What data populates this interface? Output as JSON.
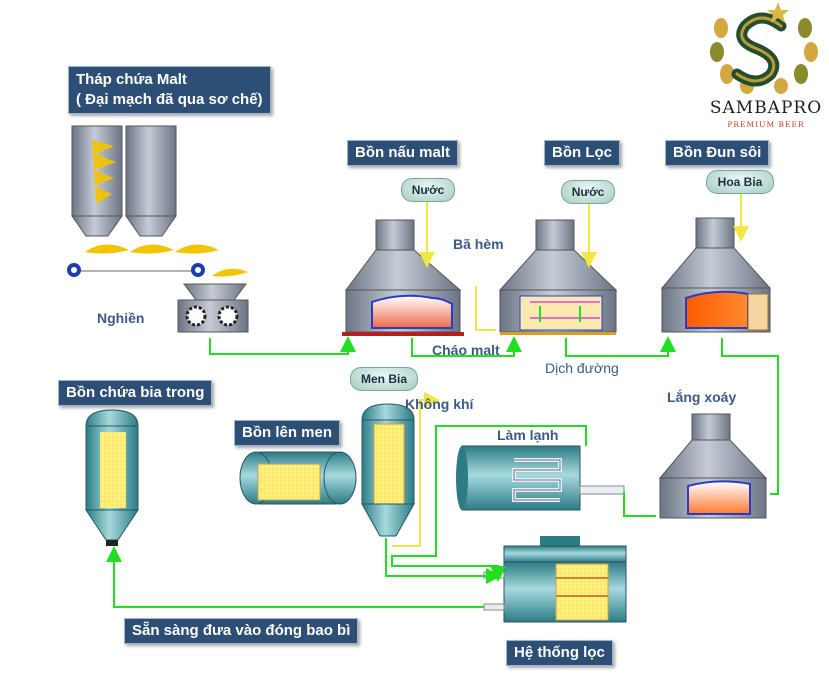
{
  "brand": {
    "name": "SAMBAPRO",
    "tagline": "PREMIUM BEER"
  },
  "labels": {
    "malt_tower": "Tháp chứa Malt",
    "malt_tower_sub": "( Đại mạch đã qua sơ chế)",
    "mash_tun": "Bồn nấu malt",
    "lauter_tun": "Bồn Lọc",
    "boil_kettle": "Bồn Đun sôi",
    "bright_tank": "Bồn chứa bia trong",
    "fermenter": "Bồn lên men",
    "ready": "Sẵn sàng đưa vào đóng bao bì",
    "filter_system": "Hệ thống lọc"
  },
  "annotations": {
    "water_1": "Nước",
    "water_2": "Nước",
    "hops": "Hoa Bia",
    "yeast": "Men Bia",
    "spent_grain": "Bã hèm",
    "mash": "Cháo malt",
    "wort": "Dịch đường",
    "milling": "Nghiền",
    "whirlpool": "Lắng xoáy",
    "air": "Không khí",
    "cooling": "Làm lạnh"
  },
  "colors": {
    "label_bg": "#2d4f76",
    "annotation_text": "#3c5a86",
    "flow_line": "#22dd22",
    "input_line": "#f2e642",
    "vessel_grey": "#8c95a5",
    "vessel_teal": "#4fa1aa"
  }
}
